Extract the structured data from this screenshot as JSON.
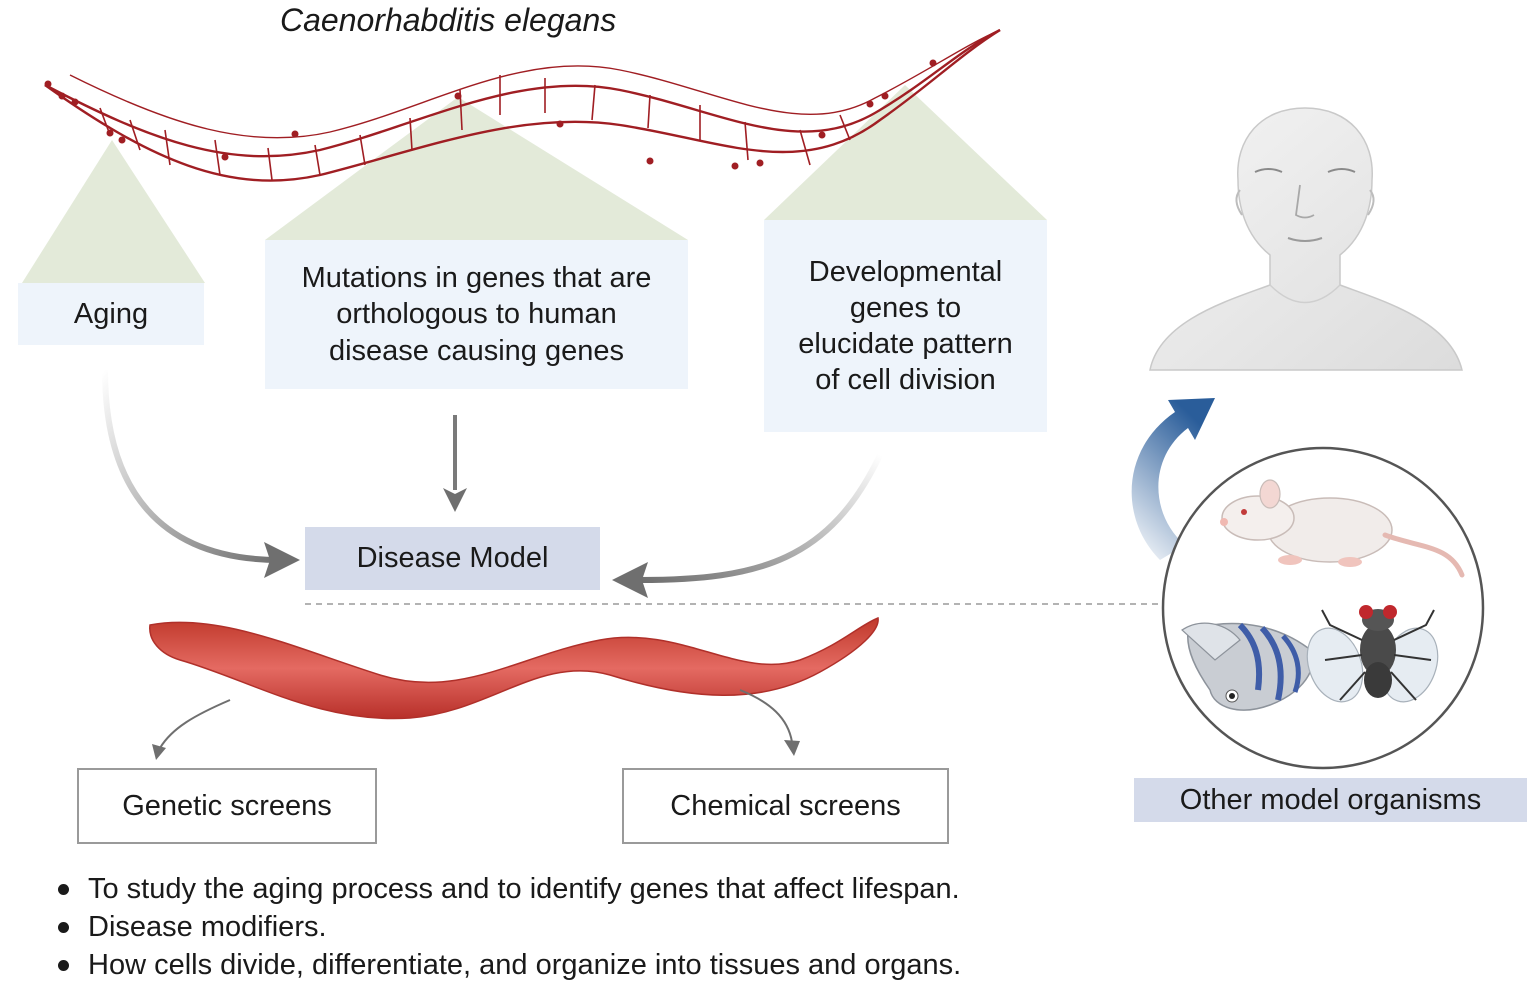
{
  "title": "Caenorhabditis elegans",
  "boxes": {
    "aging": "Aging",
    "mutations": "Mutations in genes that are orthologous to human disease causing genes",
    "developmental": "Developmental genes to elucidate pattern of cell division",
    "disease_model": "Disease Model",
    "genetic_screens": "Genetic screens",
    "chemical_screens": "Chemical screens",
    "other_models": "Other model organisms"
  },
  "bullets": [
    "To study the aging process and to identify genes that affect lifespan.",
    "Disease modifiers.",
    "How cells divide, differentiate, and organize into tissues and organs."
  ],
  "icons": [
    "worm-anatomy-icon",
    "worm-icon",
    "human-head-icon",
    "mouse-icon",
    "zebrafish-icon",
    "fruit-fly-icon",
    "curved-arrow-icon"
  ],
  "colors": {
    "worm_outline": "#a01e23",
    "worm_body": "#d9534f",
    "box_light": "#eef4fb",
    "box_lavender": "#d4daea",
    "arrow_gray": "#707070",
    "arrow_blue": "#2a5d9a",
    "triangle": "#e3ead9"
  }
}
